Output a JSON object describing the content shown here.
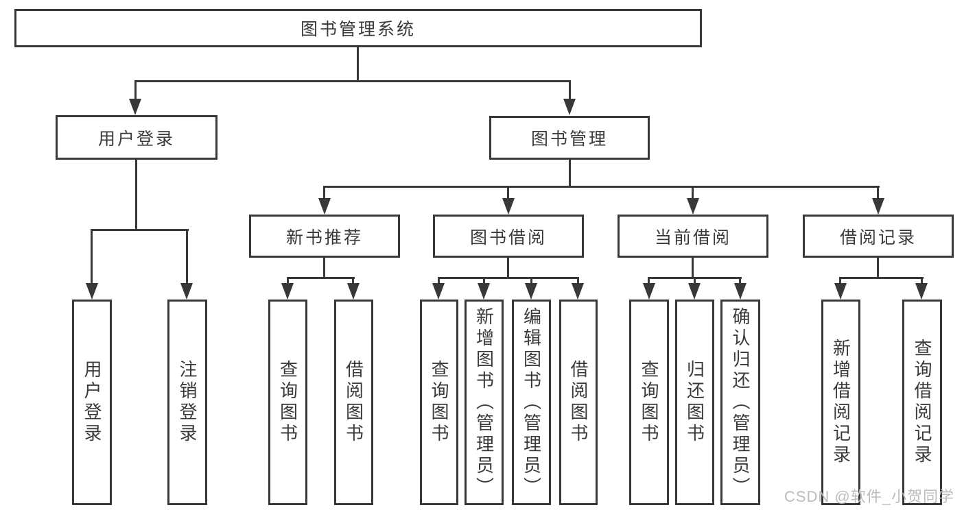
{
  "diagram_type": "tree",
  "watermark": "CSDN @软件_小贺同学",
  "colors": {
    "line": "#383838",
    "text": "#3a3a3a",
    "watermark": "#bcbcbc",
    "background": "#ffffff"
  },
  "tree": {
    "label": "图书管理系统",
    "children": [
      {
        "label": "用户登录",
        "children": [
          {
            "label": "用户登录"
          },
          {
            "label": "注销登录"
          }
        ]
      },
      {
        "label": "图书管理",
        "children": [
          {
            "label": "新书推荐",
            "children": [
              {
                "label": "查询图书"
              },
              {
                "label": "借阅图书"
              }
            ]
          },
          {
            "label": "图书借阅",
            "children": [
              {
                "label": "查询图书"
              },
              {
                "label": "新增图书（管理员）"
              },
              {
                "label": "编辑图书（管理员）"
              },
              {
                "label": "借阅图书"
              }
            ]
          },
          {
            "label": "当前借阅",
            "children": [
              {
                "label": "查询图书"
              },
              {
                "label": "归还图书"
              },
              {
                "label": "确认归还（管理员）"
              }
            ]
          },
          {
            "label": "借阅记录",
            "children": [
              {
                "label": "新增借阅记录"
              },
              {
                "label": "查询借阅记录"
              }
            ]
          }
        ]
      }
    ]
  }
}
